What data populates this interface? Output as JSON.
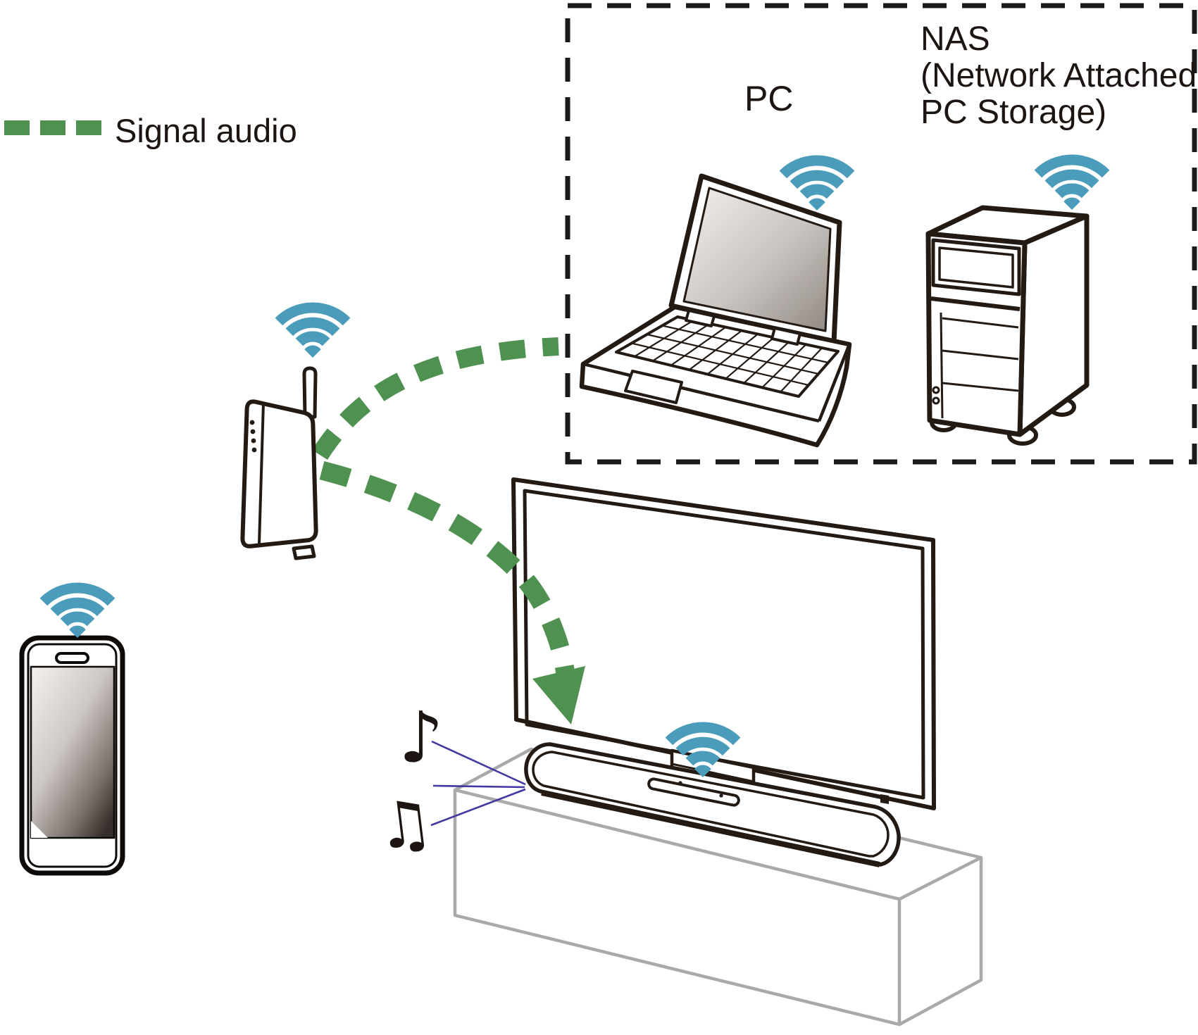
{
  "legend": {
    "label": "Signal audio",
    "swatch_color": "#4e9150"
  },
  "group_box": {
    "pc_label": "PC",
    "nas_label_lines": [
      "NAS",
      "(Network Attached",
      "PC Storage)"
    ]
  },
  "icons": {
    "wifi_icon": "wifi-signal",
    "music_note_single": "♪",
    "music_note_beamed": "♫"
  },
  "colors": {
    "outline": "#241a14",
    "signal_green": "#4e9150",
    "wifi_teal": "#4a9cba",
    "note_purple": "#3b2f90",
    "note_line_purple": "#4238a2",
    "stand_gray": "#a9a9a9",
    "dashed_box": "#1a1a1a"
  }
}
